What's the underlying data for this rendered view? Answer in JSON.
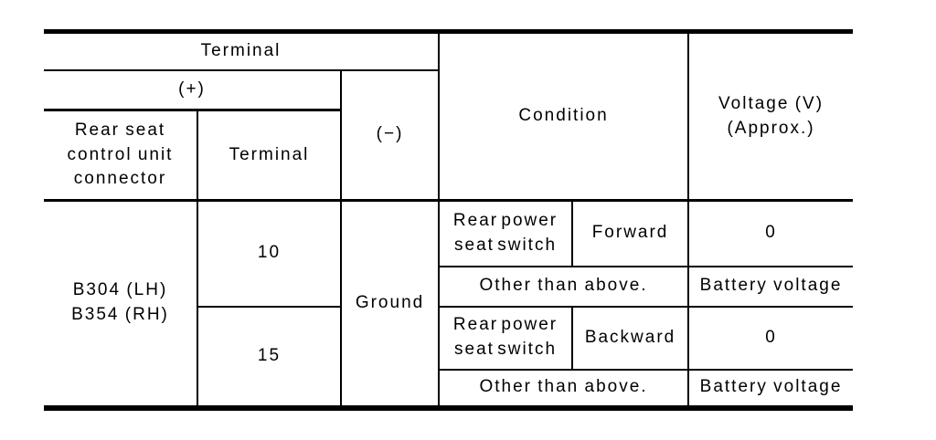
{
  "table": {
    "header": {
      "terminal_group": "Terminal",
      "plus": "(+)",
      "minus": "(−)",
      "connector_column": "Rear seat\ncontrol unit\nconnector",
      "terminal_column": "Terminal",
      "condition": "Condition",
      "voltage": "Voltage (V)\n(Approx.)"
    },
    "body": {
      "connector": "B304 (LH)\nB354 (RH)",
      "minus_value": "Ground",
      "groups": [
        {
          "terminal": "10",
          "switch_row": {
            "condition_item": "Rear power\nseat switch",
            "condition_state": "Forward",
            "voltage": "0"
          },
          "other_row": {
            "condition": "Other than above.",
            "voltage": "Battery voltage"
          }
        },
        {
          "terminal": "15",
          "switch_row": {
            "condition_item": "Rear power\nseat switch",
            "condition_state": "Backward",
            "voltage": "0"
          },
          "other_row": {
            "condition": "Other than above.",
            "voltage": "Battery voltage"
          }
        }
      ]
    },
    "colors": {
      "line": "#000000",
      "background": "#ffffff",
      "text": "#000000"
    }
  }
}
